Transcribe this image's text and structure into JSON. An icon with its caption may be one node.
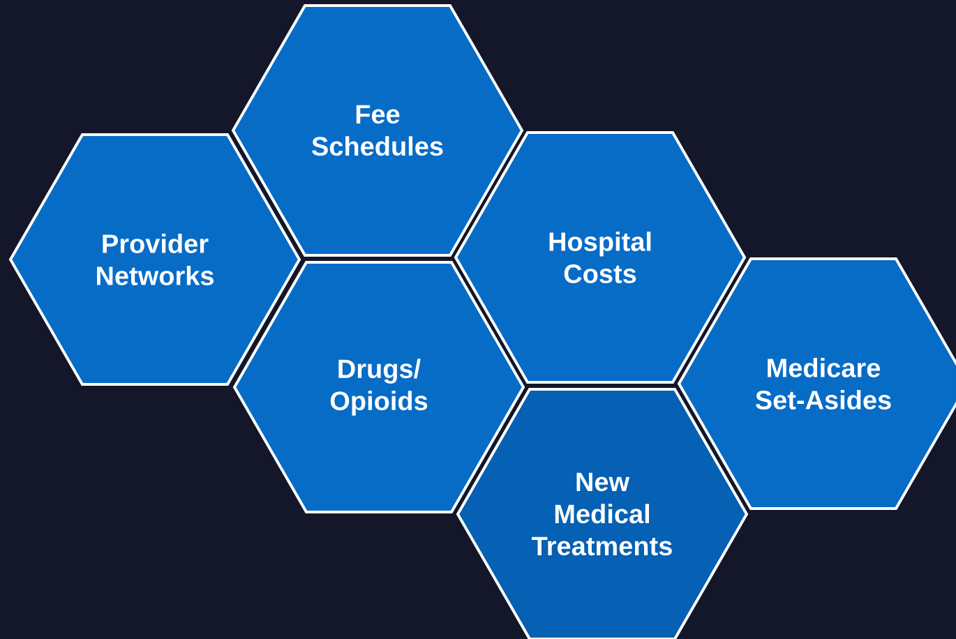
{
  "diagram": {
    "nodes": [
      {
        "text": [
          "Provider Networks"
        ]
      },
      {
        "text": [
          "Fee Schedules"
        ]
      },
      {
        "text": [
          "Drugs/ Opioids"
        ]
      },
      {
        "text": [
          "Hospital Costs"
        ]
      },
      {
        "text": [
          "New Medical Treatments"
        ]
      },
      {
        "text": [
          "Medicare Set-Asides"
        ]
      }
    ]
  }
}
